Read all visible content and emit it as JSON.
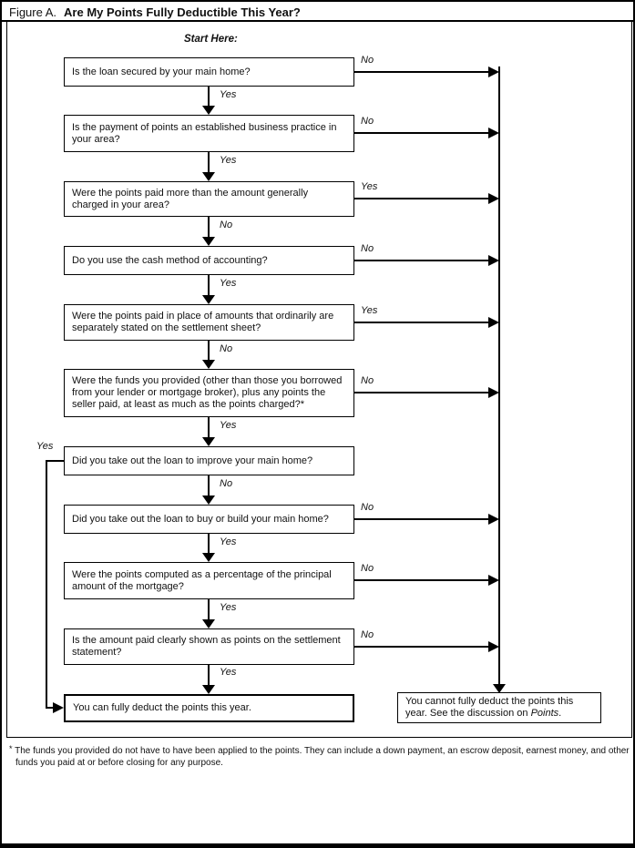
{
  "figure": {
    "label": "Figure A.",
    "title": "Are My Points Fully Deductible This Year?",
    "start_label": "Start Here:"
  },
  "nodes": [
    {
      "text": "Is the loan secured by your main home?",
      "down_label": "Yes",
      "side_label": "No"
    },
    {
      "text": "Is the payment of points an established business practice in your area?",
      "down_label": "Yes",
      "side_label": "No"
    },
    {
      "text": "Were the points paid more than the amount generally charged in your area?",
      "down_label": "No",
      "side_label": "Yes"
    },
    {
      "text": "Do you use the cash method of accounting?",
      "down_label": "Yes",
      "side_label": "No"
    },
    {
      "text": "Were the points paid in place of amounts that ordinarily are separately stated on the settlement sheet?",
      "down_label": "No",
      "side_label": "Yes"
    },
    {
      "text": "Were the funds you provided (other than those you borrowed from your lender or mortgage broker), plus any points the seller paid, at least as much as the points charged?*",
      "down_label": "Yes",
      "side_label": "No"
    },
    {
      "text": "Did you take out the loan to improve your main home?",
      "down_label": "No",
      "side_label": "Yes"
    },
    {
      "text": "Did you take out the loan to buy or build your main home?",
      "down_label": "Yes",
      "side_label": "No"
    },
    {
      "text": "Were the points computed as a percentage of the principal amount of the mortgage?",
      "down_label": "Yes",
      "side_label": "No"
    },
    {
      "text": "Is the amount paid clearly shown as points on the settlement statement?",
      "down_label": "Yes",
      "side_label": "No"
    }
  ],
  "results": {
    "can_text": "You can fully deduct the points this year.",
    "cannot_prefix": "You cannot fully deduct the points this year. See the discussion on ",
    "cannot_term": "Points",
    "cannot_suffix": "."
  },
  "footnote": {
    "marker": "*",
    "text": "The funds you provided do not have to have been applied to the points. They can include a down payment, an escrow deposit, earnest money, and other funds you paid at or before closing for any purpose."
  },
  "colors": {
    "ink": "#111111",
    "background": "#ffffff"
  }
}
